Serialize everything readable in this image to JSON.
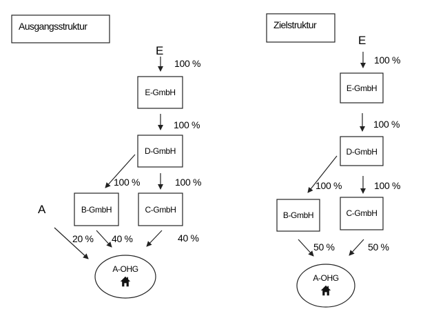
{
  "left": {
    "title": "Ausgangsstruktur",
    "top_shareholder": "E",
    "side_shareholder": "A",
    "entities": {
      "e": "E-GmbH",
      "d": "D-GmbH",
      "b": "B-GmbH",
      "c": "C-GmbH",
      "target": "A-OHG"
    },
    "shares": {
      "e_to_egmbh": "100 %",
      "egmbh_to_dgmbh": "100 %",
      "dgmbh_to_bgmbh": "100 %",
      "dgmbh_to_cgmbh": "100 %",
      "a_to_aohg": "20 %",
      "bgmbh_to_aohg": "40 %",
      "cgmbh_to_aohg": "40 %"
    },
    "target_icon": "house-icon"
  },
  "right": {
    "title": "Zielstruktur",
    "top_shareholder": "E",
    "entities": {
      "e": "E-GmbH",
      "d": "D-GmbH",
      "b": "B-GmbH",
      "c": "C-GmbH",
      "target": "A-OHG"
    },
    "shares": {
      "e_to_egmbh": "100 %",
      "egmbh_to_dgmbh": "100 %",
      "dgmbh_to_bgmbh": "100 %",
      "dgmbh_to_cgmbh": "100 %",
      "bgmbh_to_aohg": "50 %",
      "cgmbh_to_aohg": "50 %"
    },
    "target_icon": "house-icon"
  }
}
